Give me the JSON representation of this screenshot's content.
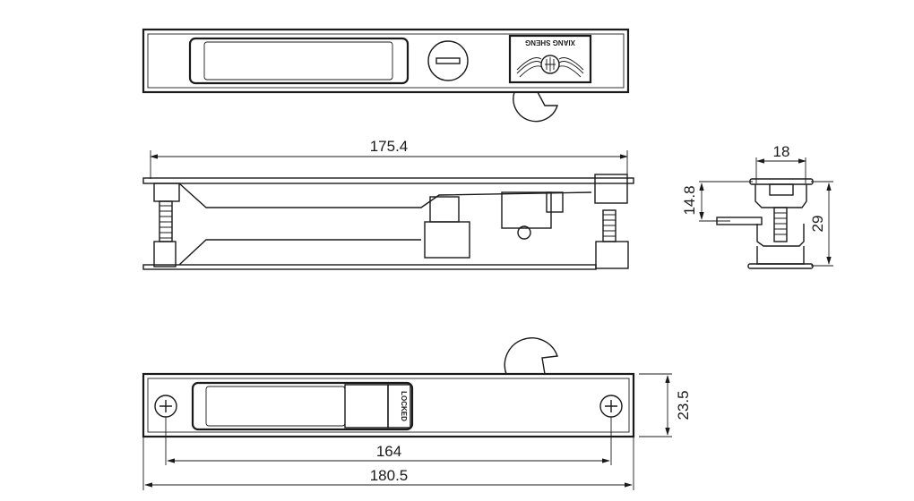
{
  "drawing": {
    "logo_text": "XIANG SHENG",
    "locked_label": "LOCKED",
    "dimensions": {
      "side_length": "175.4",
      "end_width": "18",
      "end_flange_depth": "14.8",
      "end_height": "29",
      "screw_spacing": "164",
      "overall_length": "180.5",
      "plate_height": "23.5"
    }
  }
}
